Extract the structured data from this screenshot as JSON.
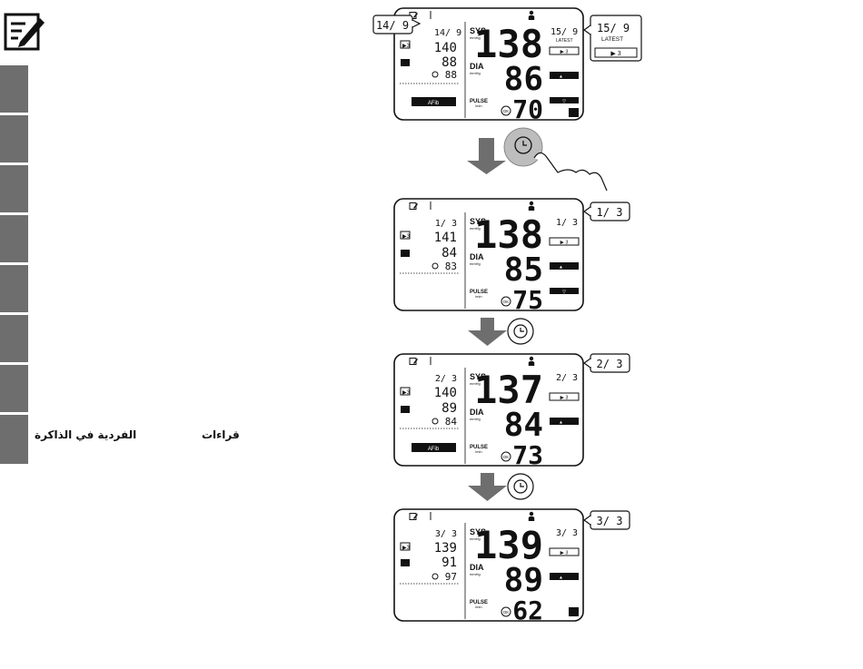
{
  "side_heading": {
    "part1": "قراءات",
    "part2": "الفردية في الذاكرة"
  },
  "labels": {
    "sys": "SYS",
    "dia": "DIA",
    "pulse": "PULSE",
    "mmhg": "mmHg",
    "per_min": "/min",
    "afib": "AFib",
    "ok": "OK",
    "play": "▶ 3",
    "three": "3"
  },
  "screens": [
    {
      "index": "14/ 9",
      "prev_sys": "140",
      "prev_dia": "88",
      "prev_avg": "88",
      "callout_left": "14/ 9",
      "big_sys": "138",
      "big_dia": "86",
      "big_pulse": "70",
      "right_index": "15/ 9",
      "latest": "LATEST",
      "callout_right": "15/ 9",
      "callout_right_latest": "LATEST",
      "callout_right_play": "▶ 3"
    },
    {
      "index": "1/ 3",
      "prev_sys": "141",
      "prev_dia": "84",
      "prev_avg": "83",
      "big_sys": "138",
      "big_dia": "85",
      "big_pulse": "75",
      "right_index": "1/ 3",
      "callout": "1/ 3"
    },
    {
      "index": "2/ 3",
      "prev_sys": "140",
      "prev_dia": "89",
      "prev_avg": "84",
      "big_sys": "137",
      "big_dia": "84",
      "big_pulse": "73",
      "right_index": "2/ 3",
      "callout": "2/ 3"
    },
    {
      "index": "3/ 3",
      "prev_sys": "139",
      "prev_dia": "91",
      "prev_avg": "97",
      "big_sys": "139",
      "big_dia": "89",
      "big_pulse": "62",
      "right_index": "3/ 3",
      "callout": "3/ 3"
    }
  ]
}
